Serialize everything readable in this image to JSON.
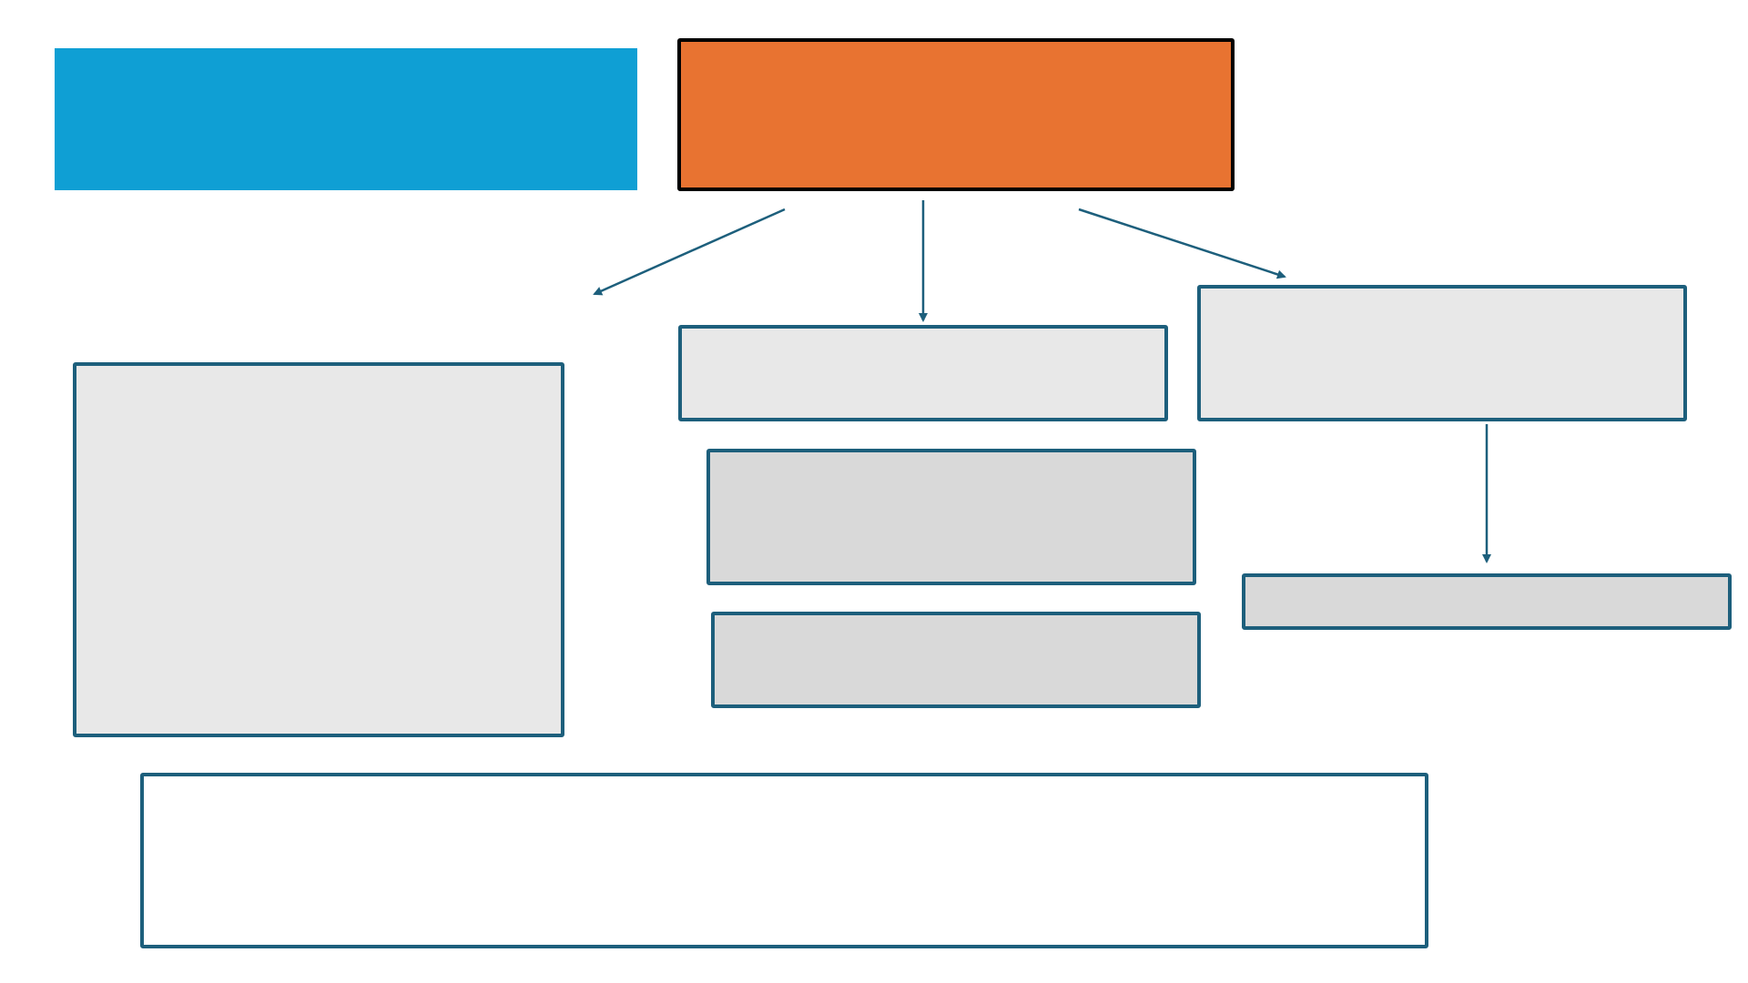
{
  "colors": {
    "title_fill": "#0f9fd4",
    "main_fill": "#e87331",
    "main_border": "#000000",
    "box_border": "#1d5f7c",
    "light_fill": "#e8e8e8",
    "medium_fill": "#d9d9d9",
    "white_fill": "#ffffff",
    "arrow": "#1d5f7c"
  },
  "diagram": {
    "title_banner": {
      "label": ""
    },
    "main_topic": {
      "label": ""
    },
    "left_detail": {
      "label": ""
    },
    "center_top": {
      "label": ""
    },
    "center_middle": {
      "label": ""
    },
    "center_bottom": {
      "label": ""
    },
    "right_top": {
      "label": ""
    },
    "right_bottom": {
      "label": ""
    },
    "bottom_summary": {
      "label": ""
    }
  },
  "connections": [
    {
      "from": "main_topic",
      "to": "left_detail"
    },
    {
      "from": "main_topic",
      "to": "center_top"
    },
    {
      "from": "main_topic",
      "to": "right_top"
    },
    {
      "from": "right_top",
      "to": "right_bottom"
    }
  ]
}
